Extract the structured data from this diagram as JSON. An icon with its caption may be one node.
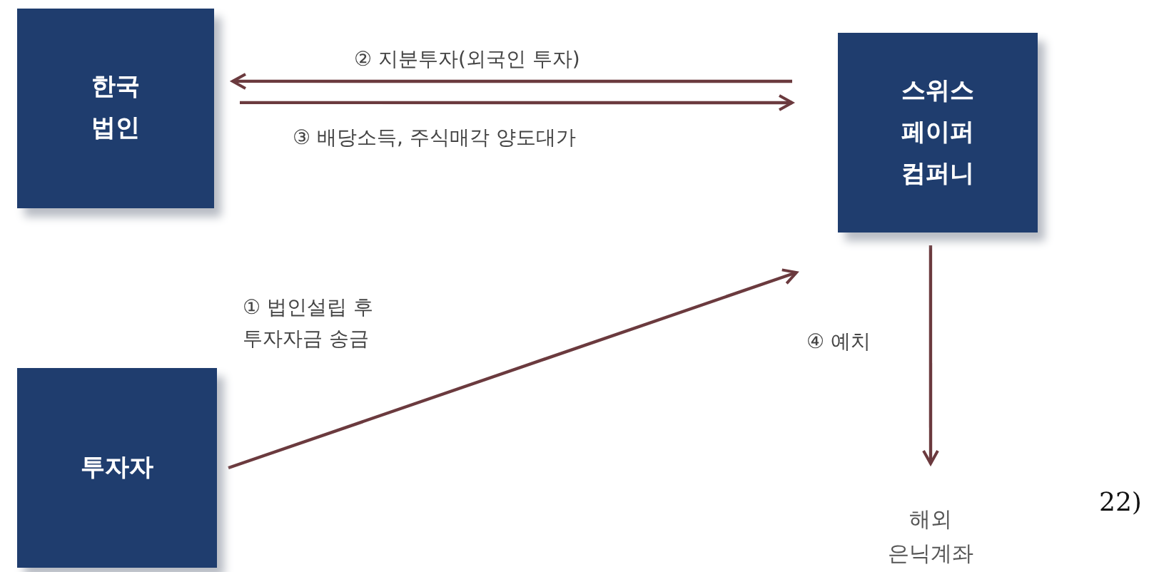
{
  "diagram": {
    "nodes": [
      {
        "text": [
          "한국 법인"
        ]
      },
      {
        "text": [
          "스위스 페이퍼 컴퍼니"
        ]
      },
      {
        "text": [
          "투자자"
        ]
      },
      {
        "text": [
          "해외 은닉계좌"
        ]
      }
    ],
    "edges": [
      {
        "from": 1,
        "to": 0,
        "arrow": "to",
        "label": "② 지분투자(외국인 투자)"
      },
      {
        "from": 0,
        "to": 1,
        "arrow": "to",
        "label": "③ 배당소득, 주식매각 양도대가"
      },
      {
        "from": 2,
        "to": 1,
        "arrow": "to",
        "label": "① 법인설립 후 투자자금 송금"
      },
      {
        "from": 1,
        "to": 3,
        "arrow": "to",
        "label": "④ 예치"
      }
    ],
    "labels": [
      "22)"
    ]
  }
}
